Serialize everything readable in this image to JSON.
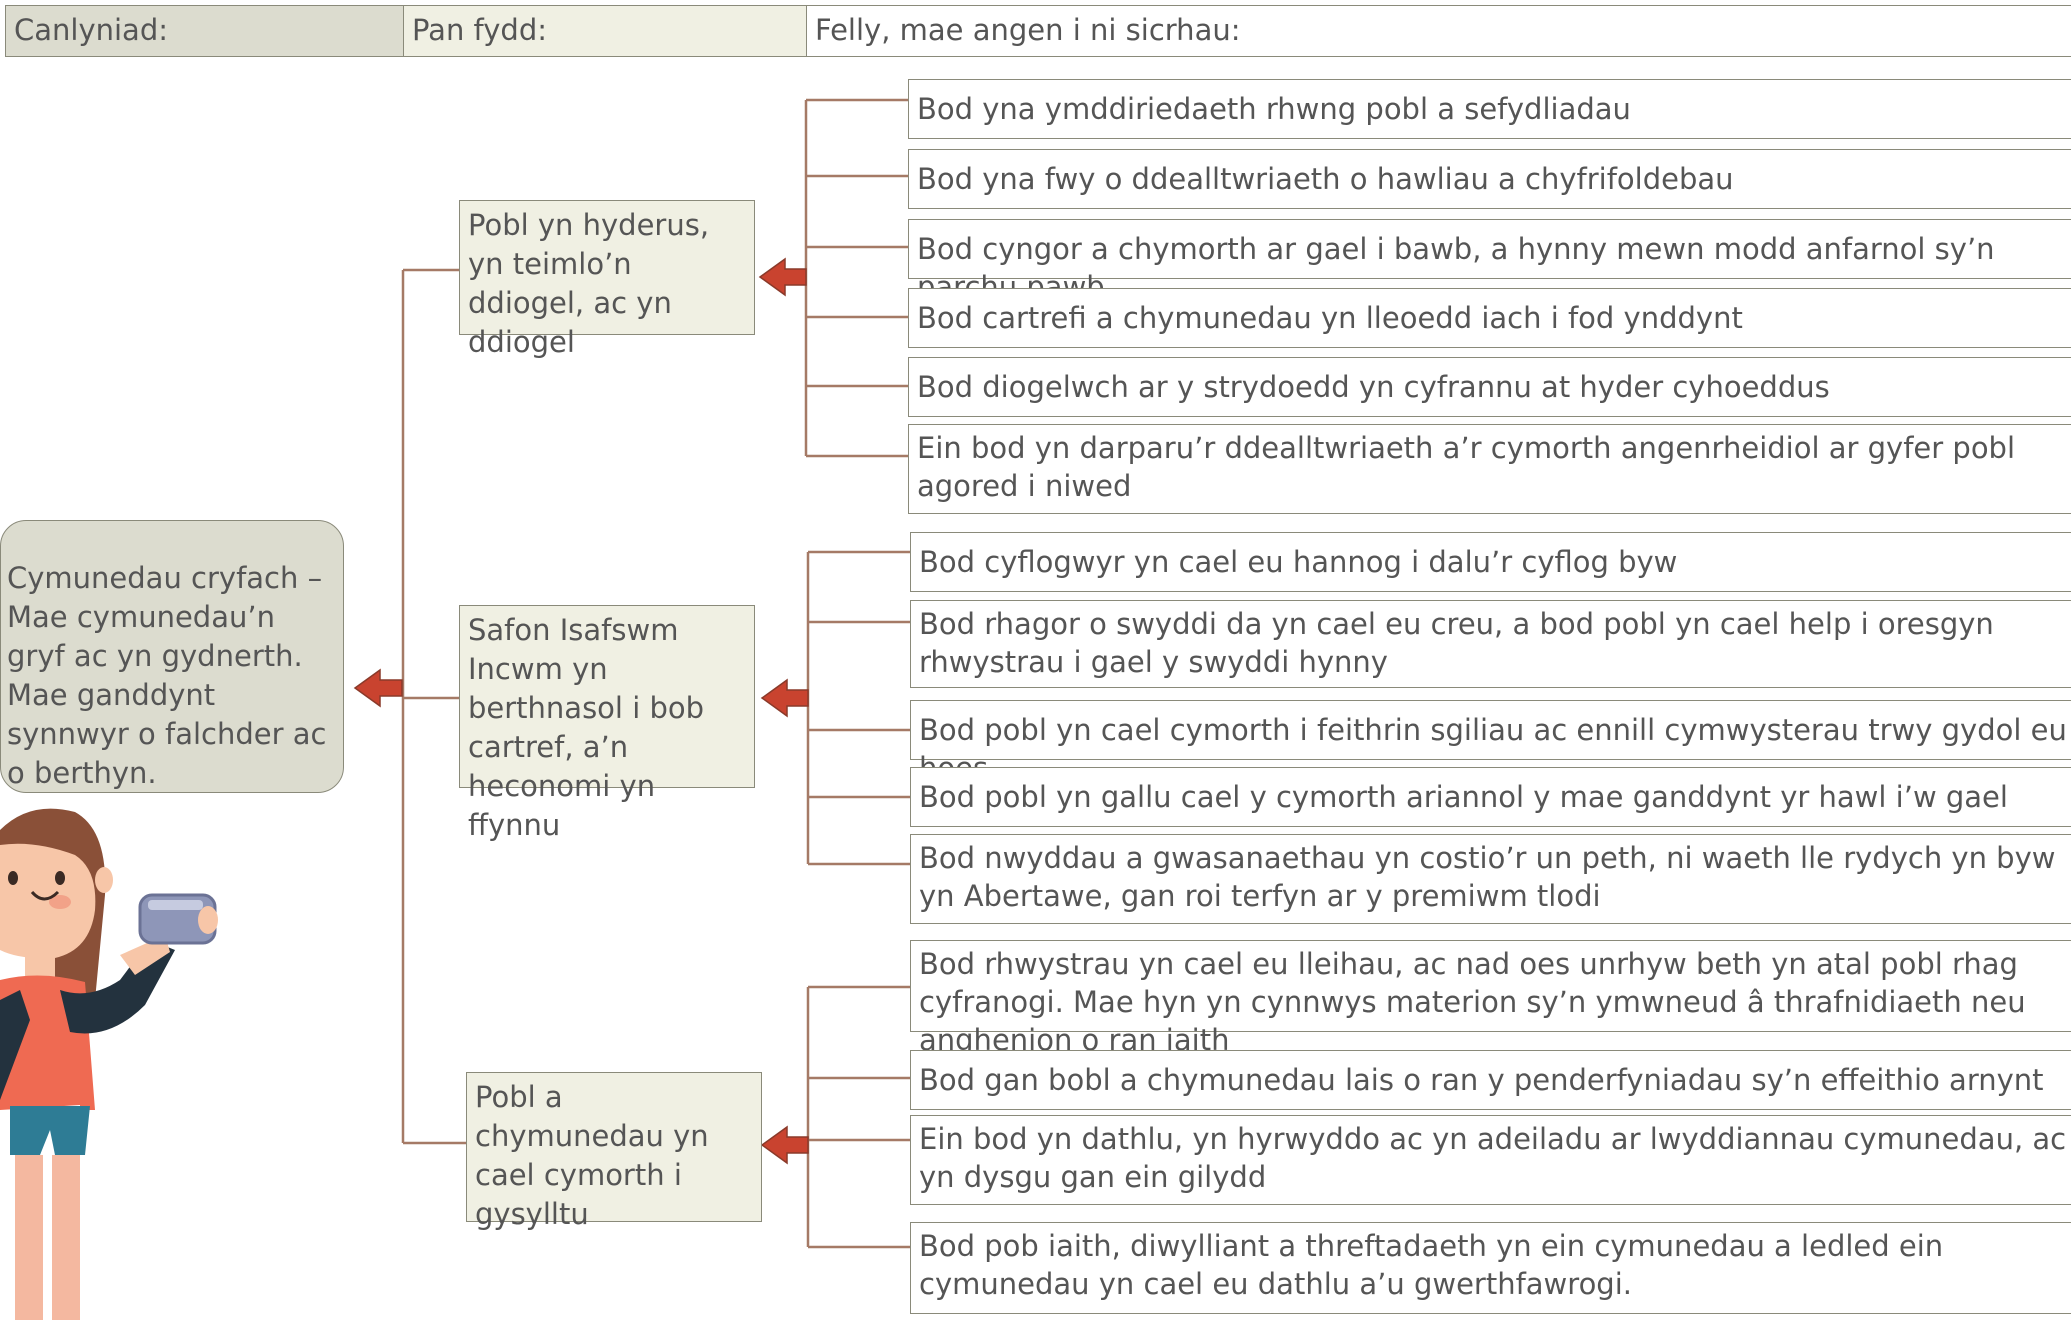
{
  "header": {
    "col1": "Canlyniad:",
    "col2": "Pan fydd:",
    "col3": "Felly, mae angen i ni sicrhau:"
  },
  "outcome": {
    "text": "Cymunedau cryfach – Mae cymunedau’n gryf ac yn gydnerth. Mae ganddynt synnwyr o falchder ac o berthyn."
  },
  "groups": [
    {
      "label": "Pobl yn hyderus, yn teimlo’n ddiogel, ac yn ddiogel",
      "items": [
        "Bod yna ymddiriedaeth rhwng pobl a sefydliadau",
        "Bod yna fwy o ddealltwriaeth o hawliau a chyfrifoldebau",
        "Bod cyngor a chymorth ar gael i bawb, a hynny mewn modd anfarnol sy’n parchu pawb",
        "Bod cartrefi a chymunedau yn lleoedd iach i fod ynddynt",
        "Bod diogelwch ar y strydoedd yn cyfrannu at hyder cyhoeddus",
        "Ein bod yn darparu’r ddealltwriaeth a’r cymorth angenrheidiol ar gyfer pobl agored i niwed"
      ]
    },
    {
      "label": "Safon Isafswm Incwm yn berthnasol i bob cartref, a’n heconomi yn ffynnu",
      "items": [
        "Bod cyflogwyr yn cael eu hannog i dalu’r cyflog byw",
        "Bod rhagor o swyddi da yn cael eu creu, a bod pobl yn cael help i oresgyn rhwystrau i gael y swyddi hynny",
        "Bod pobl yn cael cymorth i feithrin sgiliau ac ennill cymwysterau trwy gydol eu hoes",
        "Bod pobl yn gallu cael y cymorth ariannol y mae ganddynt yr hawl i’w gael",
        "Bod nwyddau a gwasanaethau yn costio’r un peth, ni waeth lle rydych yn byw yn Abertawe, gan roi terfyn ar y premiwm tlodi"
      ]
    },
    {
      "label": "Pobl a chymunedau yn cael cymorth i gysylltu",
      "items": [
        "Bod rhwystrau yn cael eu lleihau, ac nad oes unrhyw beth yn atal pobl rhag cyfranogi. Mae hyn yn cynnwys materion sy’n ymwneud â thrafnidiaeth neu anghenion o ran iaith",
        "Bod gan bobl a chymunedau lais o ran y penderfyniadau sy’n effeithio arnynt",
        "Ein bod yn dathlu, yn hyrwyddo ac yn adeiladu ar lwyddiannau cymunedau, ac yn dysgu gan ein gilydd",
        "Bod pob iaith, diwylliant a threftadaeth yn ein cymunedau a ledled ein cymunedau yn cael eu dathlu a’u gwerthfawrogi."
      ]
    }
  ],
  "colors": {
    "arrow": "#c9432f",
    "line": "#a57a66",
    "border": "#8a8a7a",
    "mid_fill": "#f0f0e3",
    "outcome_fill": "#dcdccf",
    "header_fill": "#dcdccf"
  },
  "illustration": "woman-holding-phone"
}
